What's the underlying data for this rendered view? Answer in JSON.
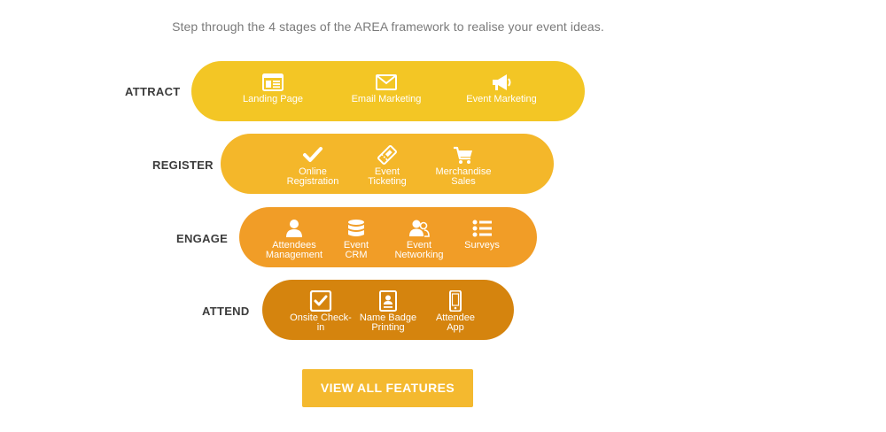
{
  "intro": "Step through the 4 stages of the AREA framework to realise your event ideas.",
  "stages": [
    {
      "label": "ATTRACT",
      "color": "#f3c625",
      "features": [
        {
          "label": "Landing Page",
          "icon": "landing-page-icon"
        },
        {
          "label": "Email Marketing",
          "icon": "envelope-icon"
        },
        {
          "label": "Event Marketing",
          "icon": "megaphone-icon"
        }
      ]
    },
    {
      "label": "REGISTER",
      "color": "#f4b72a",
      "features": [
        {
          "label": "Online\nRegistration",
          "icon": "checkmark-icon"
        },
        {
          "label": "Event\nTicketing",
          "icon": "ticket-icon"
        },
        {
          "label": "Merchandise\nSales",
          "icon": "shopping-cart-icon"
        }
      ]
    },
    {
      "label": "ENGAGE",
      "color": "#f19d27",
      "features": [
        {
          "label": "Attendees\nManagement",
          "icon": "user-icon"
        },
        {
          "label": "Event\nCRM",
          "icon": "database-icon"
        },
        {
          "label": "Event\nNetworking",
          "icon": "users-icon"
        },
        {
          "label": "Surveys",
          "icon": "list-icon"
        }
      ]
    },
    {
      "label": "ATTEND",
      "color": "#d5840e",
      "features": [
        {
          "label": "Onsite Check-\nin",
          "icon": "checkbox-icon"
        },
        {
          "label": "Name Badge\nPrinting",
          "icon": "badge-icon"
        },
        {
          "label": "Attendee\nApp",
          "icon": "mobile-phone-icon"
        }
      ]
    }
  ],
  "cta": {
    "label": "VIEW ALL FEATURES",
    "color": "#f4b92f"
  }
}
